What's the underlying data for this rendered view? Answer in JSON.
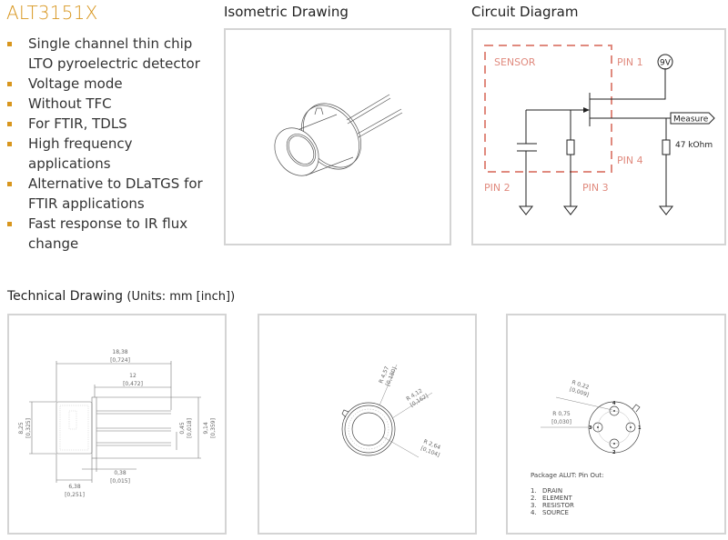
{
  "product": {
    "title": "ALT3151X",
    "features": [
      "Single channel thin chip LTO pyroelectric detector",
      "Voltage mode",
      "Without TFC",
      "For FTIR, TDLS",
      "High frequency applications",
      "Alternative to DLaTGS for FTIR applications",
      "Fast response to IR flux change"
    ],
    "accent_color": "#d8961e"
  },
  "isometric": {
    "heading": "Isometric Drawing"
  },
  "circuit": {
    "heading": "Circuit Diagram",
    "sensor_label": "SENSOR",
    "pin1": "PIN 1",
    "pin2": "PIN 2",
    "pin3": "PIN 3",
    "pin4": "PIN 4",
    "supply": "9V",
    "output": "Measure",
    "load_resistor": "47 kOhm",
    "sensor_color": "#e08a7e"
  },
  "technical": {
    "heading": "Technical Drawing",
    "units": "(Units: mm [inch])",
    "side": {
      "overall_len": "18,38",
      "overall_len_in": "[0,724]",
      "lead_len": "12",
      "lead_len_in": "[0,472]",
      "body_dia": "8,25",
      "body_dia_in": "[0,325]",
      "flange_dia": "9,14",
      "flange_dia_in": "[0,359]",
      "lead_dia": "0,45",
      "lead_dia_in": "[0,018]",
      "body_len": "6,38",
      "body_len_in": "[0,251]",
      "flange_th": "0,38",
      "flange_th_in": "[0,015]"
    },
    "front": {
      "r1": "R 4,57",
      "r1_in": "[0,180]",
      "r2": "R 4,12",
      "r2_in": "[0,162]",
      "r3": "R 2,64",
      "r3_in": "[0,104]"
    },
    "bottom": {
      "r1": "R 0,22",
      "r1_in": "[0,009]",
      "r2": "R 0,75",
      "r2_in": "[0,030]",
      "pin_numbers": [
        "1",
        "2",
        "3",
        "4"
      ],
      "pinout_title": "Package ALUT: Pin Out:",
      "pinout": [
        {
          "num": "1.",
          "name": "DRAIN"
        },
        {
          "num": "2.",
          "name": "ELEMENT"
        },
        {
          "num": "3.",
          "name": "RESISTOR"
        },
        {
          "num": "4.",
          "name": "SOURCE"
        }
      ]
    }
  }
}
